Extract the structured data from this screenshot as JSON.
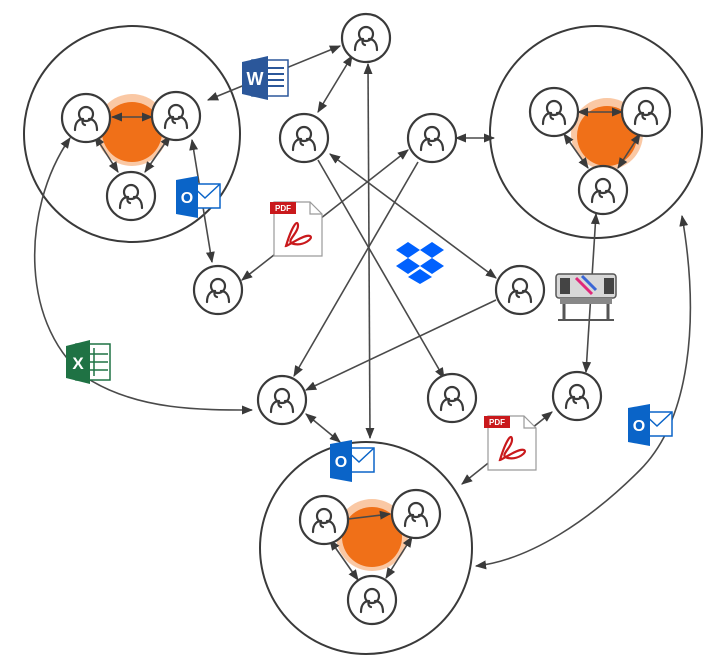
{
  "diagram": {
    "icons": {
      "word": {
        "letter": "W",
        "color": "#2b579a"
      },
      "excel": {
        "letter": "X",
        "color": "#1f7244"
      },
      "outlook": {
        "letter": "O",
        "color": "#0a64c8"
      },
      "pdf": {
        "label": "PDF",
        "color": "#c9191c"
      },
      "dropbox": {
        "color": "#0061fe"
      },
      "plotter": {
        "color": "#7a7a7a"
      }
    },
    "colors": {
      "blob": "#f07018",
      "line": "#3a3a3a"
    }
  }
}
